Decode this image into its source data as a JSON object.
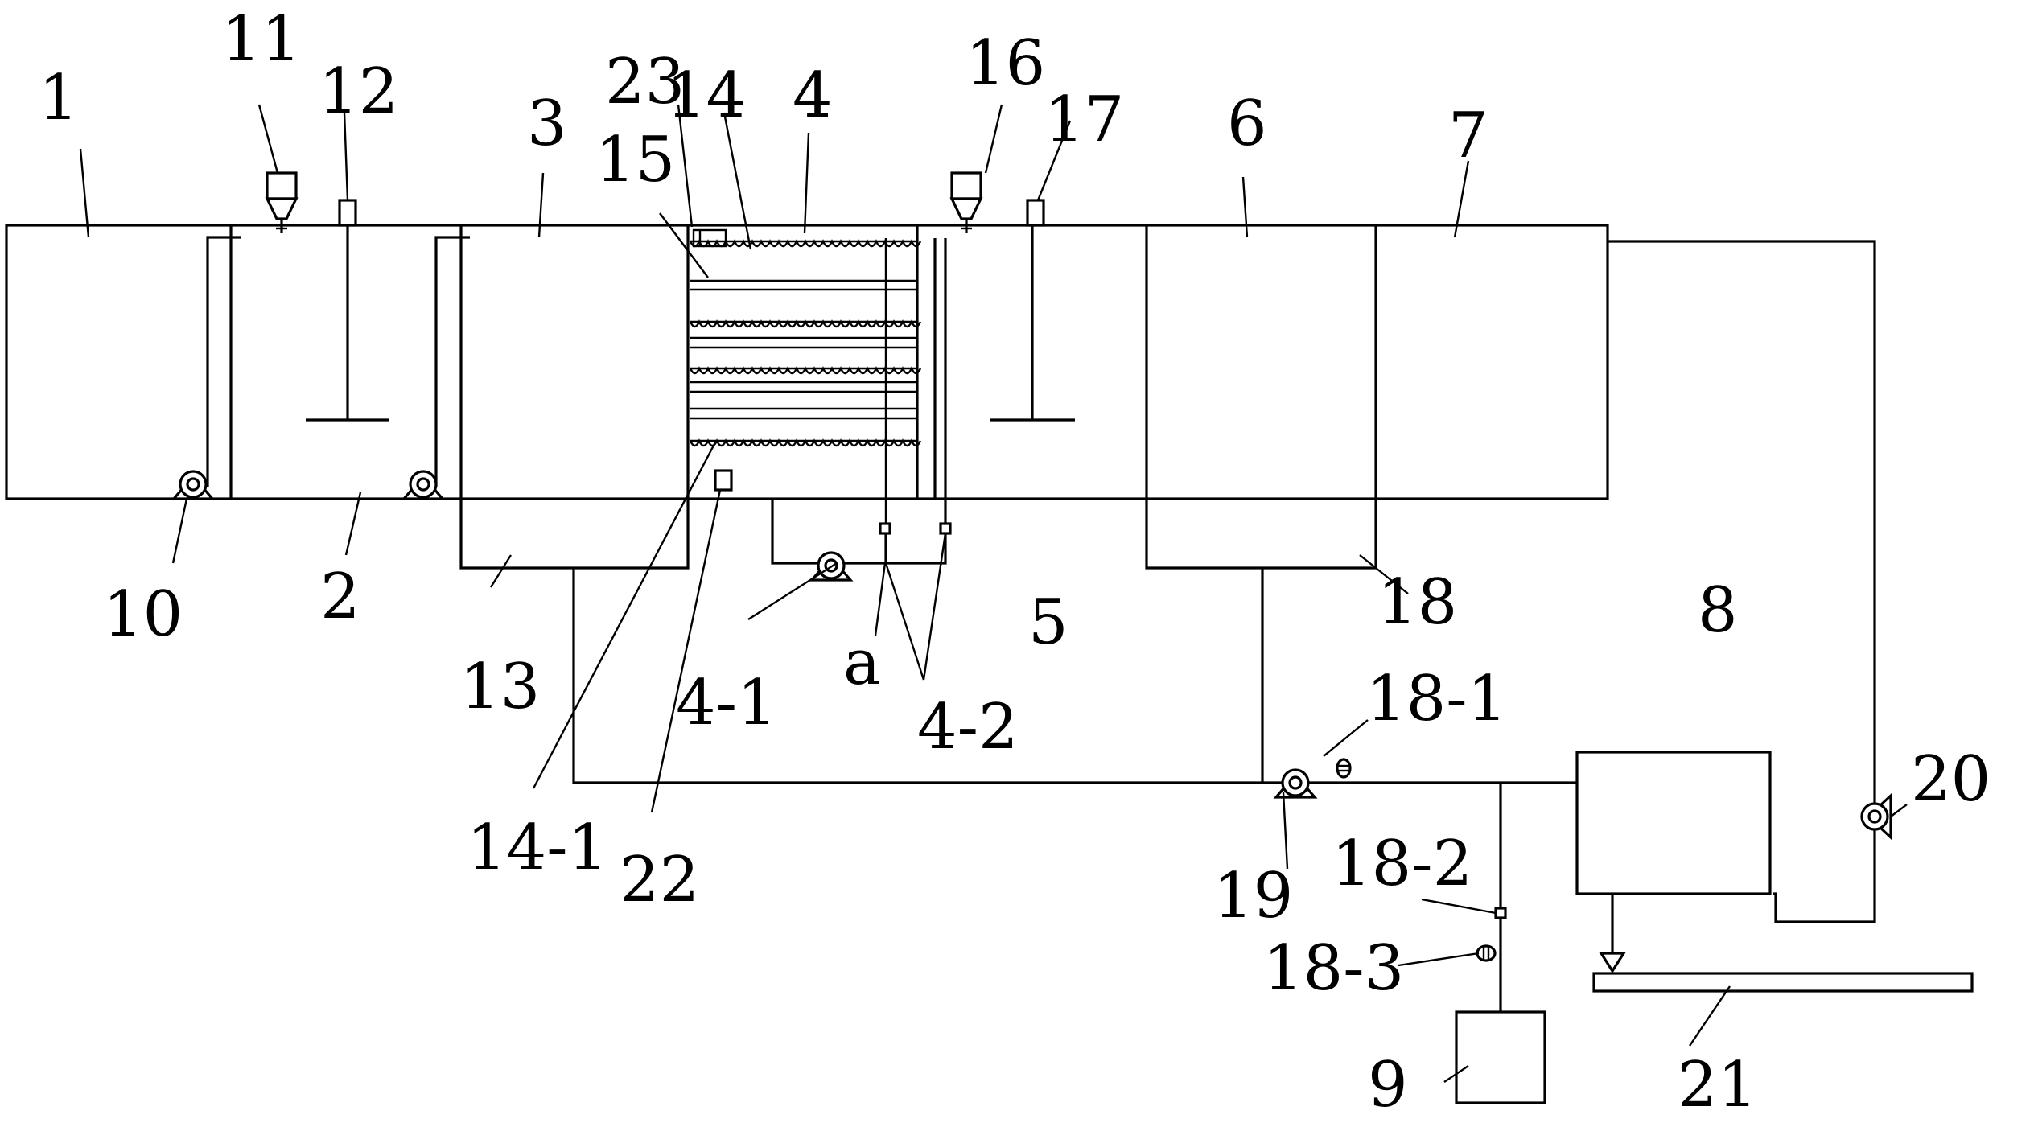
{
  "labels": {
    "l1": "1",
    "l2": "2",
    "l3": "3",
    "l4": "4",
    "l5": "5",
    "l6": "6",
    "l7": "7",
    "l8": "8",
    "l9": "9",
    "l10": "10",
    "l11": "11",
    "l12": "12",
    "l13": "13",
    "l14": "14",
    "l14_1": "14-1",
    "l15": "15",
    "l16": "16",
    "l17": "17",
    "l18": "18",
    "l18_1": "18-1",
    "l18_2": "18-2",
    "l18_3": "18-3",
    "l19": "19",
    "l20": "20",
    "l21": "21",
    "l22": "22",
    "l23": "23",
    "l4_1": "4-1",
    "l4_2": "4-2",
    "la": "a"
  }
}
